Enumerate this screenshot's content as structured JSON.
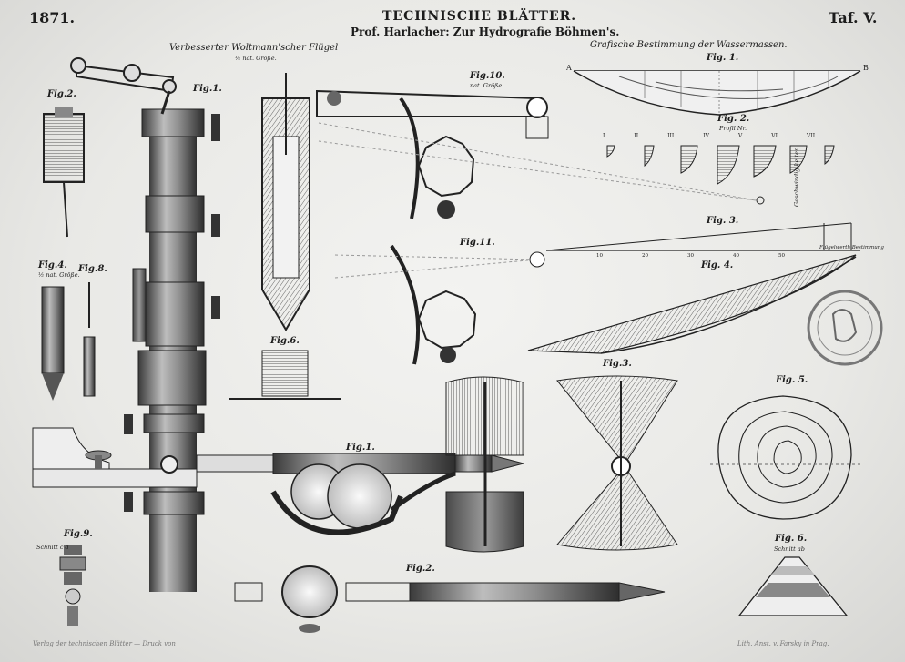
{
  "header": {
    "year": "1871.",
    "journal_title": "TECHNISCHE BLÄTTER.",
    "author_line": "Prof. Harlacher: Zur Hydrografie Böhmen's.",
    "plate_number": "Taf. V."
  },
  "sections": {
    "left_title": "Verbesserter Woltmann'scher Flügel",
    "left_scale": "¼ nat. Größe.",
    "right_title": "Grafische Bestimmung der Wassermassen."
  },
  "figure_labels": {
    "fig1_main": "Fig.1.",
    "fig2_small": "Fig.2.",
    "fig4_small": "Fig.4.",
    "fig4_scale": "½ nat. Größe.",
    "fig8": "Fig.8.",
    "fig9": "Fig.9.",
    "fig9_caption": "Schnitt c d",
    "fig6_mid": "Fig.6.",
    "fig10": "Fig.10.",
    "fig10_scale": "nat. Größe.",
    "fig11": "Fig.11.",
    "fig1_horizontal": "Fig.1.",
    "fig2_bottom": "Fig.2.",
    "fig3_propeller": "Fig.3.",
    "fig1_right": "Fig. 1.",
    "fig2_right": "Fig. 2.",
    "fig2_right_caption": "Profil Nr.",
    "fig3_right": "Fig. 3.",
    "fig4_right": "Fig. 4.",
    "fig5_right": "Fig. 5.",
    "fig6_right": "Fig. 6.",
    "fig6_right_caption": "Schnitt ab"
  },
  "annotations": {
    "velocity_label": "Geschwindig-keiten",
    "flow_quantity": "Flügelwerth Bestimmung",
    "profile_numerals": [
      "I",
      "II",
      "III",
      "IV",
      "V",
      "VI",
      "VII"
    ],
    "fig1_right_A": "A",
    "fig1_right_B": "B",
    "fig3_ticks": [
      "10",
      "20",
      "30",
      "40",
      "50"
    ]
  },
  "footer": {
    "left": "Verlag der technischen Blätter — Druck von",
    "right": "Lith. Anst. v. Farsky in Prag."
  }
}
